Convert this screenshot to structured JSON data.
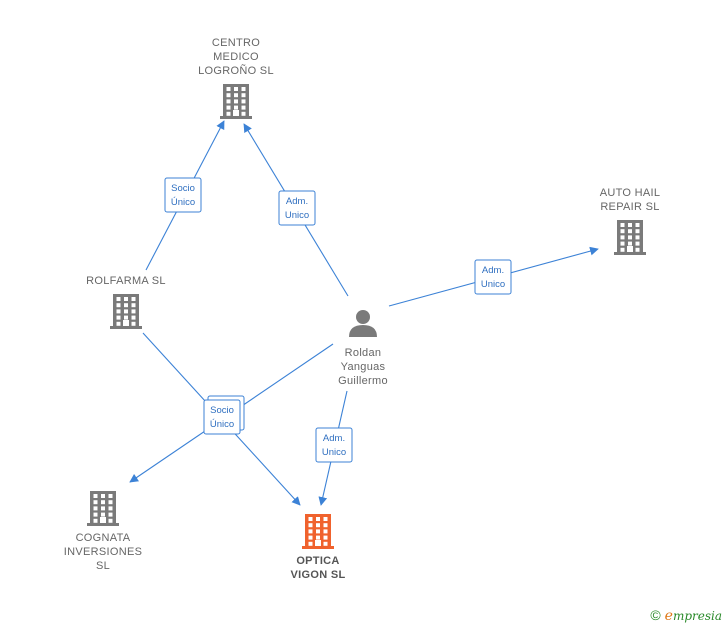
{
  "nodes": [
    {
      "id": "centro_medico",
      "type": "company",
      "label_lines": [
        "CENTRO",
        "MEDICO",
        "LOGROÑO  SL"
      ],
      "color": "#7a7a7a"
    },
    {
      "id": "auto_hail",
      "type": "company",
      "label_lines": [
        "AUTO HAIL",
        "REPAIR  SL"
      ],
      "color": "#7a7a7a"
    },
    {
      "id": "rolfarma",
      "type": "company",
      "label_lines": [
        "ROLFARMA  SL"
      ],
      "color": "#7a7a7a"
    },
    {
      "id": "roldan",
      "type": "person",
      "label_lines": [
        "Roldan",
        "Yanguas",
        "Guillermo"
      ],
      "color": "#7a7a7a"
    },
    {
      "id": "cognata",
      "type": "company",
      "label_lines": [
        "COGNATA",
        "INVERSIONES",
        "SL"
      ],
      "color": "#7a7a7a"
    },
    {
      "id": "optica",
      "type": "company",
      "label_lines": [
        "OPTICA",
        "VIGON  SL"
      ],
      "color": "#f0622d",
      "main": true
    }
  ],
  "edges": [
    {
      "from": "rolfarma",
      "to": "centro_medico",
      "label_lines": [
        "Socio",
        "Único"
      ]
    },
    {
      "from": "roldan",
      "to": "centro_medico",
      "label_lines": [
        "Adm.",
        "Unico"
      ]
    },
    {
      "from": "roldan",
      "to": "auto_hail",
      "label_lines": [
        "Adm.",
        "Unico"
      ]
    },
    {
      "from": "roldan",
      "to": "optica",
      "label_lines": [
        "Adm.",
        "Unico"
      ]
    },
    {
      "from": "rolfarma",
      "to": "optica",
      "label_lines": [
        "Socio",
        "Único"
      ]
    },
    {
      "from": "roldan",
      "to": "cognata",
      "label_lines": [
        "Socio",
        "Único"
      ]
    }
  ],
  "brand": {
    "copyright_symbol": "©",
    "name_first": "e",
    "name_rest": "mpresia"
  },
  "colors": {
    "edge": "#3c82d6",
    "company": "#7a7a7a",
    "main_company": "#f0622d"
  }
}
